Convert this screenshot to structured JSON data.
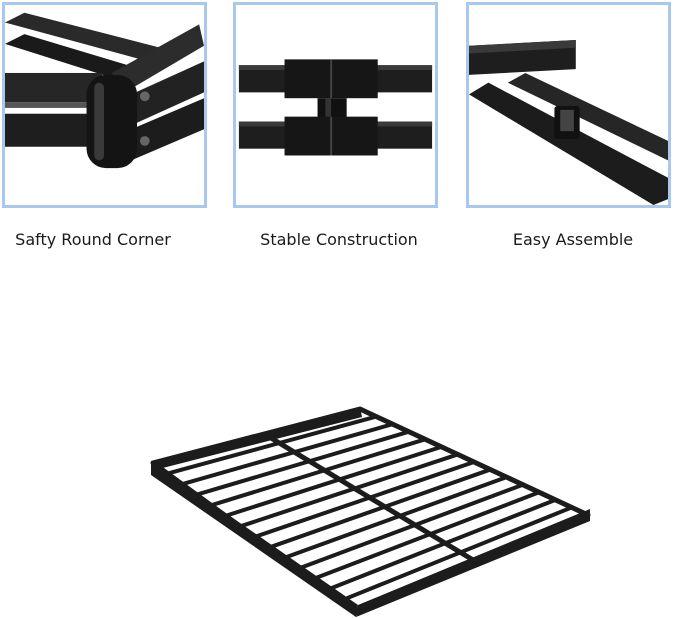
{
  "features": [
    {
      "caption": "Safty Round Corner"
    },
    {
      "caption": "Stable Construction"
    },
    {
      "caption": "Easy Assemble"
    }
  ],
  "colors": {
    "panel_border": "#a9c8ee",
    "metal": "#1c1c1c"
  }
}
